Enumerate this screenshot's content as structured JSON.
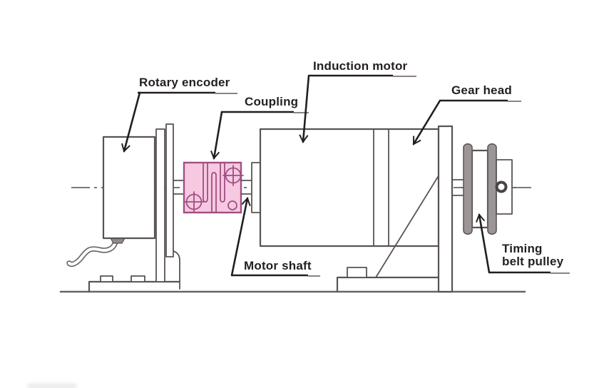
{
  "diagram": {
    "type": "technical-line-drawing",
    "subject": "Rotary encoder coupled to induction motor with gear head and timing belt pulley",
    "labels": {
      "rotary_encoder": "Rotary encoder",
      "coupling": "Coupling",
      "induction_motor": "Induction motor",
      "gear_head": "Gear head",
      "motor_shaft": "Motor shaft",
      "timing_belt_pulley_line1": "Timing",
      "timing_belt_pulley_line2": "belt pulley"
    },
    "colors": {
      "background": "#ffffff",
      "drawing_line": "#5a5353",
      "centerline": "#6b6464",
      "label_text": "#231f20",
      "coupling_fill": "#f7c9e1",
      "coupling_stroke": "#a04f82",
      "pulley_flange_gray": "#9b9595"
    }
  }
}
